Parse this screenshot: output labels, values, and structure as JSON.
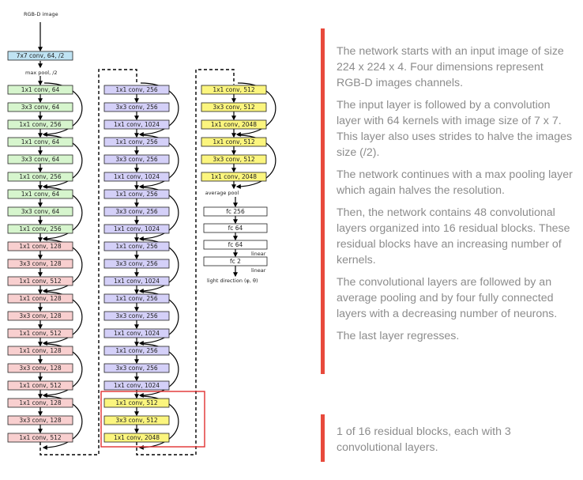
{
  "diagram": {
    "input_label": "RGB-D image",
    "stem": {
      "conv_label": "7x7 conv, 64, /2",
      "pool_label": "max pool, /2"
    },
    "columns": [
      {
        "blocks": [
          {
            "layers": [
              "1x1 conv, 64",
              "3x3 conv, 64",
              "1x1 conv, 256"
            ],
            "color": "#d6f5cd"
          },
          {
            "layers": [
              "1x1 conv, 64",
              "3x3 conv, 64",
              "1x1 conv, 256"
            ],
            "color": "#d6f5cd"
          },
          {
            "layers": [
              "1x1 conv, 64",
              "3x3 conv, 64",
              "1x1 conv, 256"
            ],
            "color": "#d6f5cd"
          },
          {
            "layers": [
              "1x1 conv, 128",
              "3x3 conv, 128",
              "1x1 conv, 512"
            ],
            "color": "#f8cfcf"
          },
          {
            "layers": [
              "1x1 conv, 128",
              "3x3 conv, 128",
              "1x1 conv, 512"
            ],
            "color": "#f8cfcf"
          },
          {
            "layers": [
              "1x1 conv, 128",
              "3x3 conv, 128",
              "1x1 conv, 512"
            ],
            "color": "#f8cfcf"
          },
          {
            "layers": [
              "1x1 conv, 128",
              "3x3 conv, 128",
              "1x1 conv, 512"
            ],
            "color": "#f8cfcf"
          }
        ]
      },
      {
        "blocks": [
          {
            "layers": [
              "1x1 conv, 256",
              "3x3 conv, 256",
              "1x1 conv, 1024"
            ],
            "color": "#d4d0f8"
          },
          {
            "layers": [
              "1x1 conv, 256",
              "3x3 conv, 256",
              "1x1 conv, 1024"
            ],
            "color": "#d4d0f8"
          },
          {
            "layers": [
              "1x1 conv, 256",
              "3x3 conv, 256",
              "1x1 conv, 1024"
            ],
            "color": "#d4d0f8"
          },
          {
            "layers": [
              "1x1 conv, 256",
              "3x3 conv, 256",
              "1x1 conv, 1024"
            ],
            "color": "#d4d0f8"
          },
          {
            "layers": [
              "1x1 conv, 256",
              "3x3 conv, 256",
              "1x1 conv, 1024"
            ],
            "color": "#d4d0f8"
          },
          {
            "layers": [
              "1x1 conv, 256",
              "3x3 conv, 256",
              "1x1 conv, 1024"
            ],
            "color": "#d4d0f8"
          },
          {
            "layers": [
              "1x1 conv, 512",
              "3x3 conv, 512",
              "1x1 conv, 2048"
            ],
            "color": "#fbf57e"
          }
        ]
      },
      {
        "blocks": [
          {
            "layers": [
              "1x1 conv, 512",
              "3x3 conv, 512",
              "1x1 conv, 2048"
            ],
            "color": "#fbf57e"
          },
          {
            "layers": [
              "1x1 conv, 512",
              "3x3 conv, 512",
              "1x1 conv, 2048"
            ],
            "color": "#fbf57e"
          }
        ]
      }
    ],
    "head": {
      "pool_label": "average pool",
      "fc_layers": [
        "fc 256",
        "fc 64",
        "fc 64",
        "fc 2"
      ],
      "linear_labels": [
        "linear",
        "linear"
      ],
      "output_label": "light direction (φ, θ)"
    },
    "colors": {
      "highlight_box": "#e03131",
      "accent_bar": "#e84a3c",
      "input_box": "#bfe3f3"
    }
  },
  "description": {
    "paragraphs": [
      "The network starts with an input image of size 224 x 224 x 4. Four dimensions represent RGB-D images channels.",
      "The input layer is followed by a convolution layer with 64 kernels with image size of 7 x 7. This layer also uses strides to halve the images size (/2).",
      "The network continues with a max pooling layer which again halves the resolution.",
      "Then, the network contains 48 convolutional layers organized into 16 residual blocks. These residual blocks have an increasing number of kernels.",
      "The convolutional layers are followed by an average pooling and by four fully connected layers with a decreasing number of neurons.",
      "The last layer regresses."
    ],
    "callout": "1 of 16 residual blocks, each with 3 convolutional layers."
  }
}
